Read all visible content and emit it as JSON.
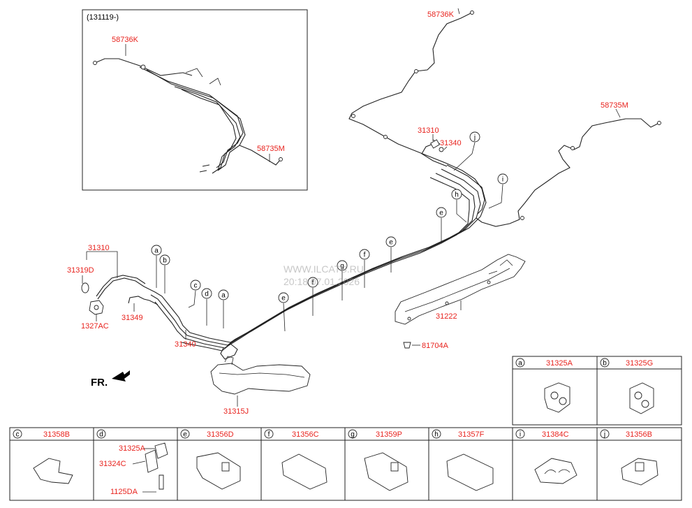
{
  "inset": {
    "date_label": "(131119-)",
    "labels": {
      "upper": "58736K",
      "lower": "58735M"
    }
  },
  "main_labels": {
    "top_right_upper": "58736K",
    "top_right_lower": "58735M",
    "fitting_top": "31310",
    "fitting_top_2": "31340",
    "left_fitting": "31310",
    "left_clip": "31319D",
    "left_nut": "1327AC",
    "left_hose": "31349",
    "left_tube": "31340",
    "heat_shield": "31222",
    "shield_bolt": "81704A",
    "front_shield": "31315J"
  },
  "callouts": [
    "a",
    "b",
    "c",
    "d",
    "a",
    "e",
    "f",
    "g",
    "f",
    "e",
    "e",
    "h",
    "i",
    "j"
  ],
  "watermark": {
    "line1": "WWW.ILCATS.RU",
    "line2": "20:18 07.01.2026"
  },
  "direction": {
    "label": "FR."
  },
  "legend_top": [
    {
      "letter": "a",
      "part": "31325A"
    },
    {
      "letter": "b",
      "part": "31325G"
    }
  ],
  "legend_bottom": [
    {
      "letter": "c",
      "part": "31358B"
    },
    {
      "letter": "d",
      "part": ""
    },
    {
      "letter": "e",
      "part": "31356D"
    },
    {
      "letter": "f",
      "part": "31356C"
    },
    {
      "letter": "g",
      "part": "31359P"
    },
    {
      "letter": "h",
      "part": "31357F"
    },
    {
      "letter": "i",
      "part": "31384C"
    },
    {
      "letter": "j",
      "part": "31356B"
    }
  ],
  "bracket_d": {
    "clamp": "31325A",
    "bracket": "31324C",
    "bolt": "1125DA"
  }
}
